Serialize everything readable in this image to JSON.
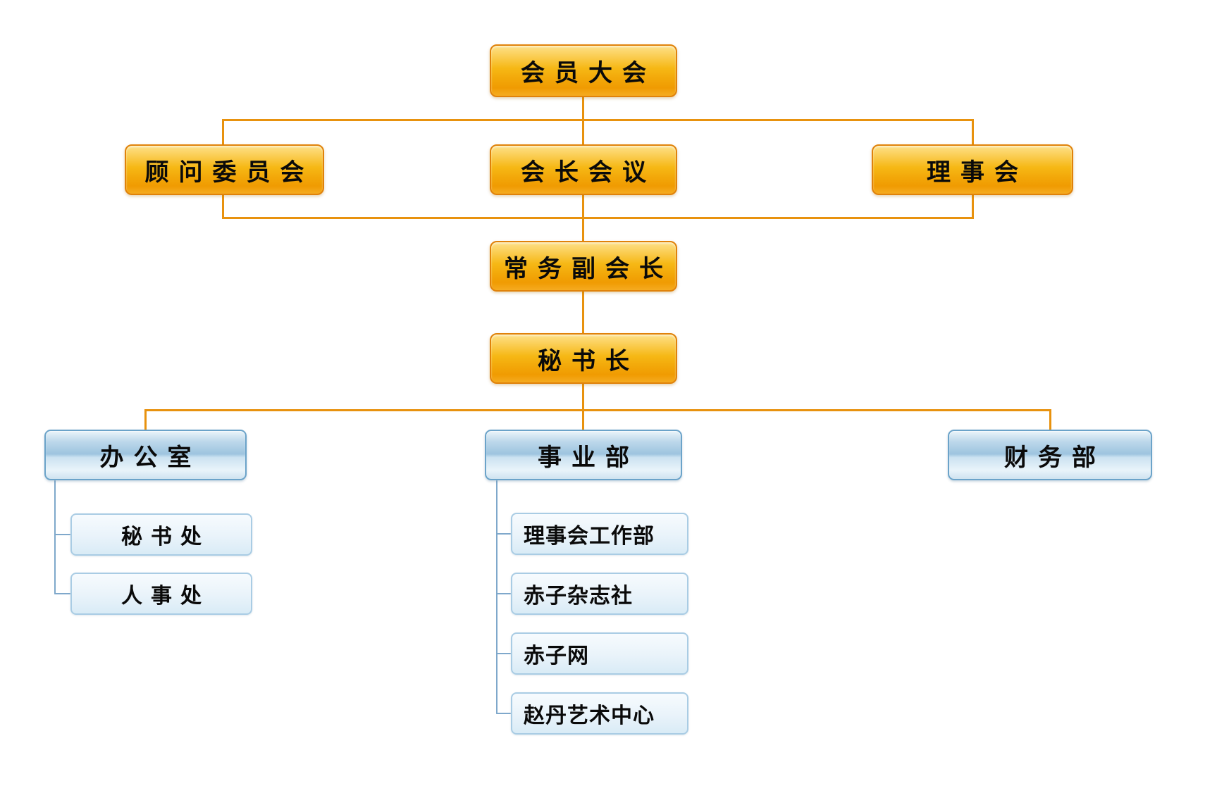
{
  "org": {
    "root": {
      "label": "会员大会"
    },
    "level2": [
      {
        "label": "顾问委员会"
      },
      {
        "label": "会长会议"
      },
      {
        "label": "理事会"
      }
    ],
    "level3": {
      "label": "常务副会长"
    },
    "level4": {
      "label": "秘书长"
    },
    "departments": [
      {
        "label": "办公室",
        "children": [
          {
            "label": "秘书处"
          },
          {
            "label": "人事处"
          }
        ]
      },
      {
        "label": "事业部",
        "children": [
          {
            "label": "理事会工作部"
          },
          {
            "label": "赤子杂志社"
          },
          {
            "label": "赤子网"
          },
          {
            "label": "赵丹艺术中心"
          }
        ]
      },
      {
        "label": "财务部",
        "children": []
      }
    ]
  },
  "colors": {
    "connector_orange": "#e8920e",
    "connector_blue": "#7fa8cb",
    "gold_box_border": "#e0820a",
    "gold_box_top": "#fde189",
    "gold_box_bottom": "#f09b02",
    "blue_header_border": "#6ba3c9",
    "blue_header_mid": "#9dc4df",
    "sub_box_border": "#a9cce4",
    "sub_box_fill": "#e9f3fa",
    "text": "#0a0a0a",
    "background": "#ffffff"
  }
}
